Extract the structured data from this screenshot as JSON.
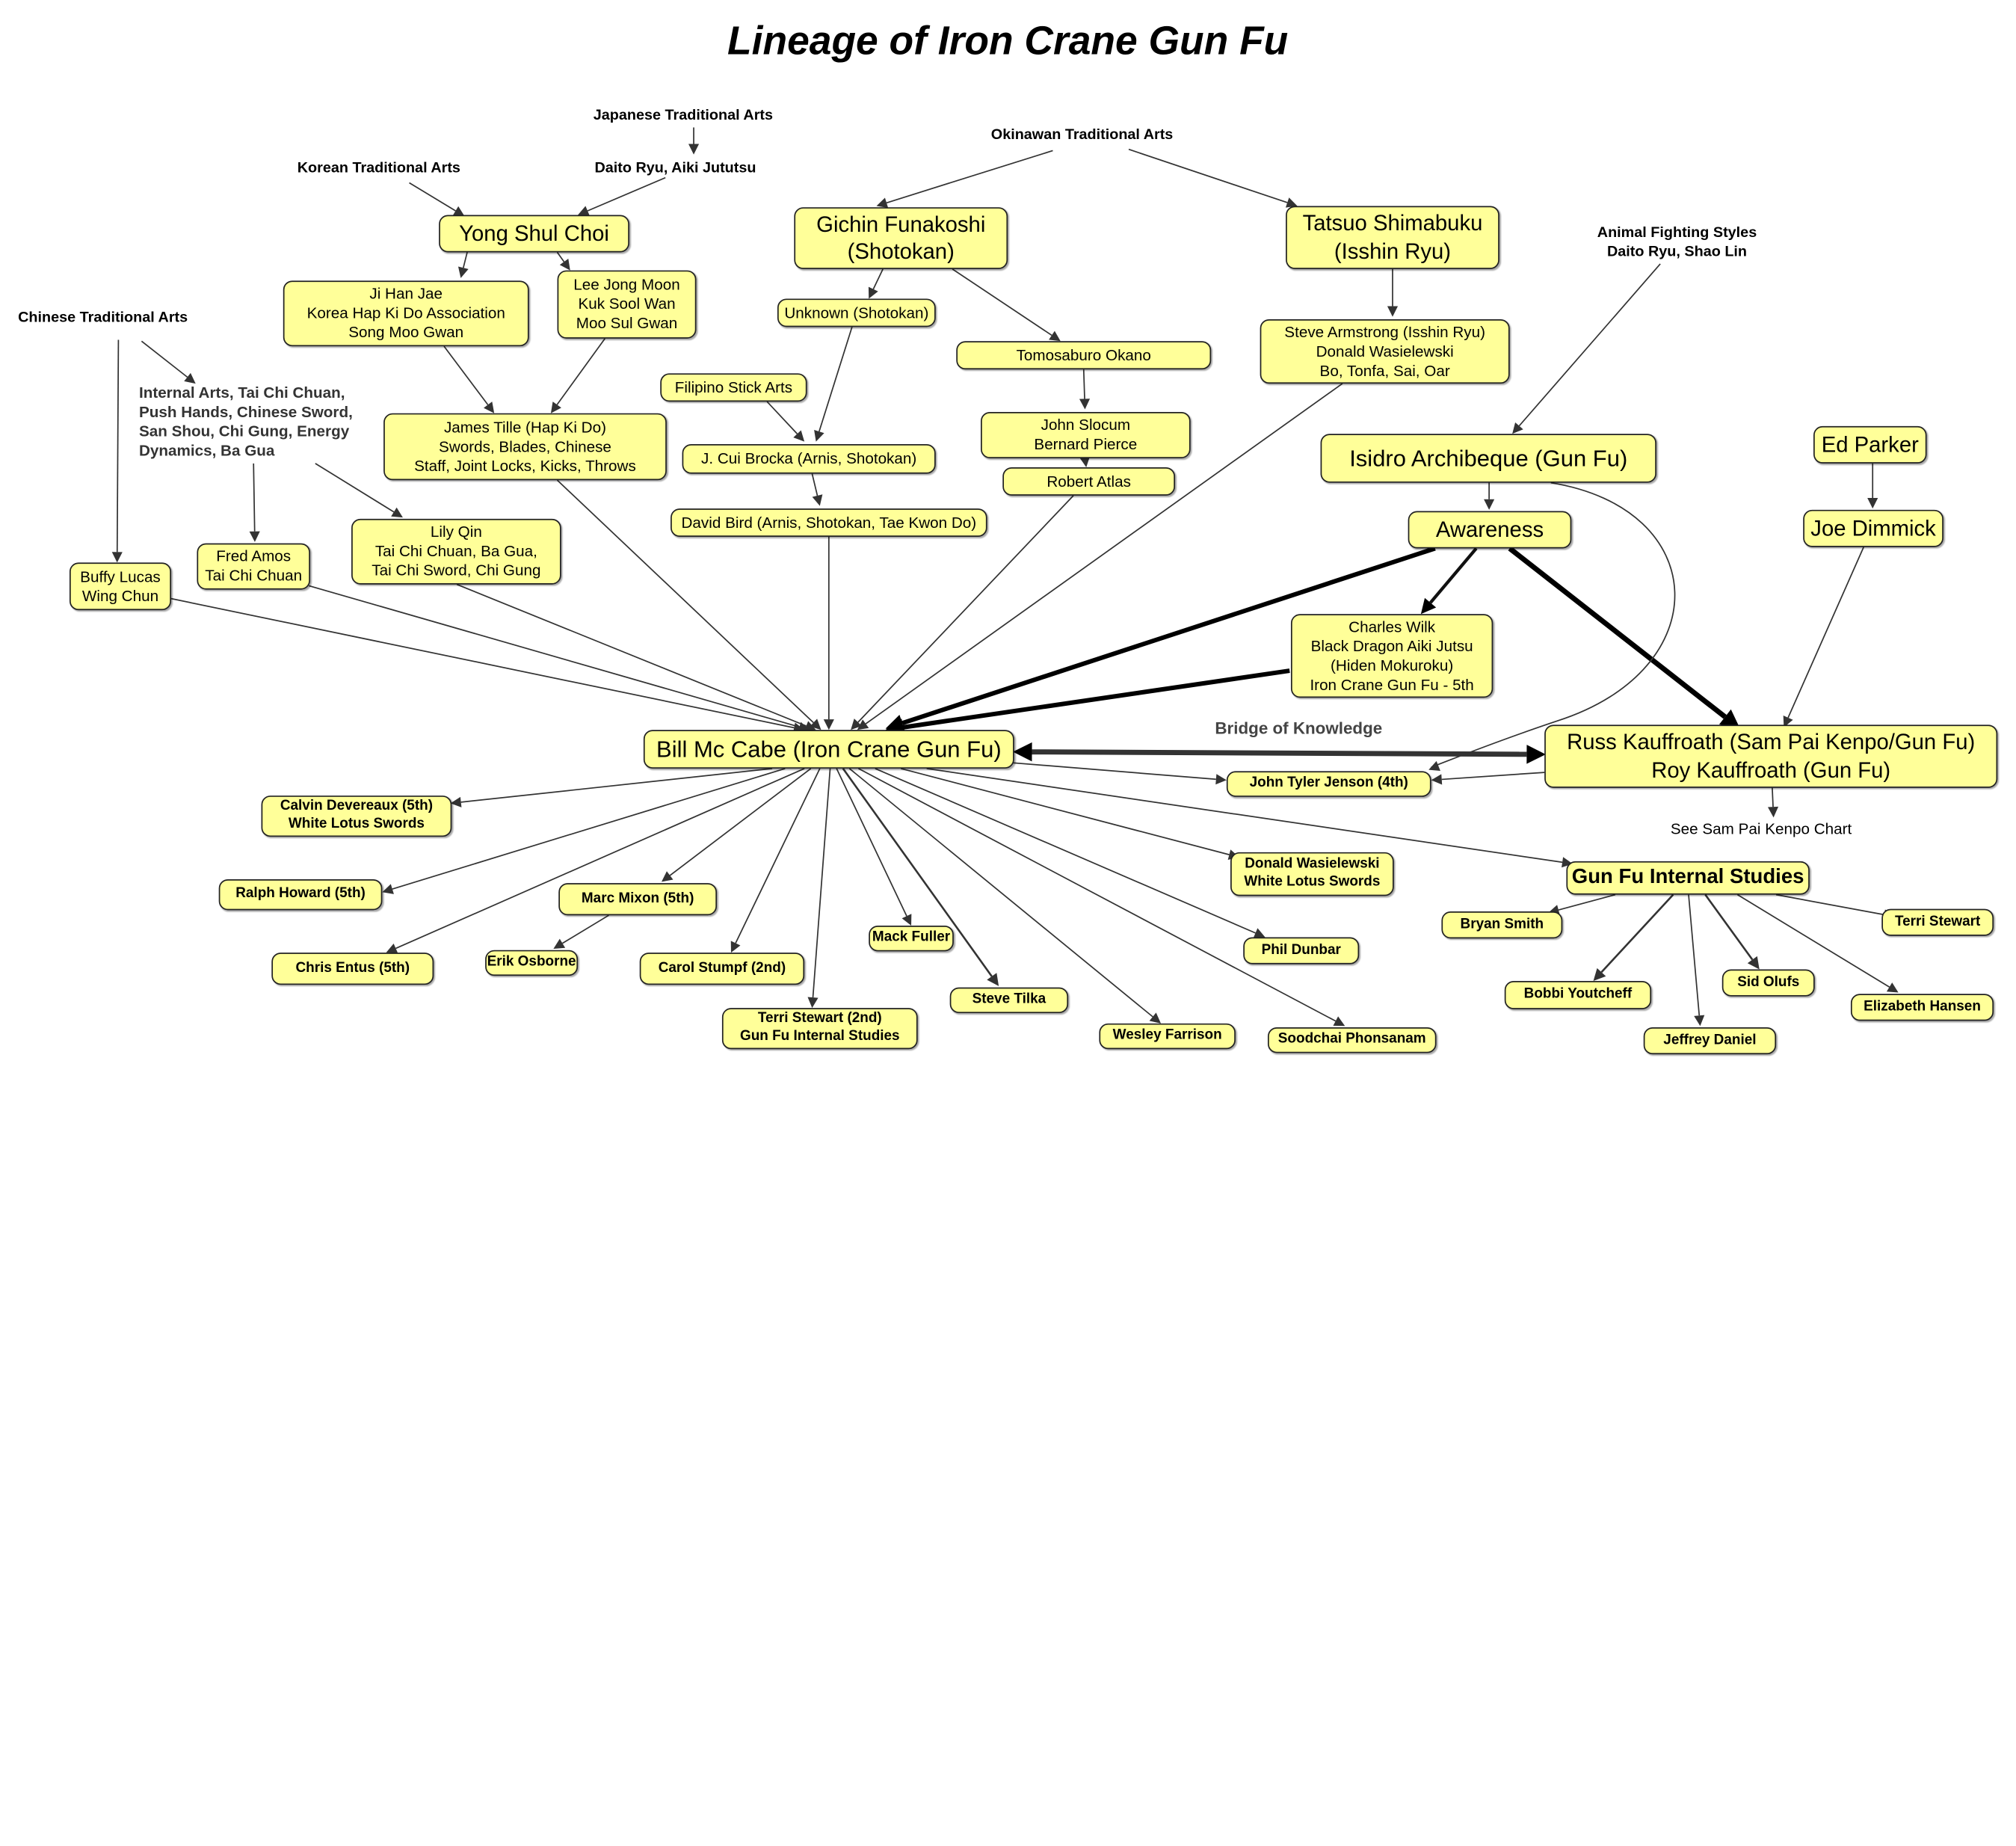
{
  "title": "Lineage of Iron Crane Gun Fu",
  "labels": {
    "japanese": "Japanese Traditional Arts",
    "daito": "Daito Ryu, Aiki Jututsu",
    "korean": "Korean Traditional Arts",
    "okinawan": "Okinawan Traditional Arts",
    "animal": [
      "Animal Fighting Styles",
      "Daito Ryu, Shao Lin"
    ],
    "chinese": "Chinese Traditional Arts",
    "internal": [
      "Internal Arts, Tai Chi Chuan,",
      "Push Hands, Chinese Sword,",
      "San Shou, Chi Gung, Energy",
      "Dynamics, Ba Gua"
    ],
    "bridge": "Bridge of Knowledge",
    "see_sam_pai": "See Sam Pai Kenpo Chart"
  },
  "nodes": {
    "yong": [
      "Yong Shul Choi"
    ],
    "gichin": [
      "Gichin Funakoshi",
      "(Shotokan)"
    ],
    "tatsuo": [
      "Tatsuo Shimabuku",
      "(Isshin Ryu)"
    ],
    "jihan": [
      "Ji Han Jae",
      "Korea Hap Ki Do Association",
      "Song Moo Gwan"
    ],
    "leejong": [
      "Lee Jong Moon",
      "Kuk Sool Wan",
      "Moo Sul Gwan"
    ],
    "unknown": [
      "Unknown (Shotokan)"
    ],
    "tomosaburo": [
      "Tomosaburo Okano"
    ],
    "stevearm": [
      "Steve Armstrong (Isshin Ryu)",
      "Donald Wasielewski",
      "Bo, Tonfa, Sai, Oar"
    ],
    "filipino": [
      "Filipino Stick Arts"
    ],
    "jamestille": [
      "James Tille (Hap Ki Do)",
      "Swords, Blades, Chinese",
      "Staff, Joint Locks, Kicks, Throws"
    ],
    "cuibrocka": [
      "J. Cui Brocka (Arnis, Shotokan)"
    ],
    "slocum": [
      "John Slocum",
      "Bernard Pierce"
    ],
    "atlas": [
      "Robert Atlas"
    ],
    "isidro": [
      "Isidro Archibeque (Gun Fu)"
    ],
    "edparker": [
      "Ed Parker"
    ],
    "davidbird": [
      "David Bird (Arnis, Shotokan, Tae Kwon Do)"
    ],
    "awareness": [
      "Awareness"
    ],
    "joedimmick": [
      "Joe Dimmick"
    ],
    "lilyqin": [
      "Lily Qin",
      "Tai Chi Chuan, Ba Gua,",
      "Tai Chi Sword, Chi Gung"
    ],
    "fredamos": [
      "Fred Amos",
      "Tai Chi Chuan"
    ],
    "buffy": [
      "Buffy Lucas",
      "Wing Chun"
    ],
    "charleswilk": [
      "Charles Wilk",
      "Black Dragon Aiki Jutsu",
      "(Hiden Mokuroku)",
      "Iron Crane Gun Fu -  5th"
    ],
    "billmccabe": [
      "Bill Mc Cabe (Iron Crane Gun Fu)"
    ],
    "russ": [
      "Russ Kauffroath (Sam Pai Kenpo/Gun Fu)",
      "Roy Kauffroath (Gun Fu)"
    ],
    "johntyler": [
      "John Tyler Jenson (4th)"
    ],
    "calvin": [
      "Calvin Devereaux (5th)",
      "White Lotus Swords"
    ],
    "ralph": [
      "Ralph Howard (5th)"
    ],
    "marc": [
      "Marc Mixon (5th)"
    ],
    "chris": [
      "Chris Entus (5th)"
    ],
    "erik": [
      "Erik Osborne"
    ],
    "carol": [
      "Carol Stumpf (2nd)"
    ],
    "mack": [
      "Mack Fuller"
    ],
    "terri2": [
      "Terri Stewart (2nd)",
      "Gun Fu Internal Studies"
    ],
    "steve": [
      "Steve Tilka"
    ],
    "wesley": [
      "Wesley Farrison"
    ],
    "soodchai": [
      "Soodchai Phonsanam"
    ],
    "phil": [
      "Phil Dunbar"
    ],
    "donald": [
      "Donald Wasielewski",
      "White Lotus Swords"
    ],
    "gunfu": [
      "Gun Fu Internal Studies"
    ],
    "bryan": [
      "Bryan Smith"
    ],
    "terri": [
      "Terri Stewart"
    ],
    "bobbi": [
      "Bobbi Youtcheff"
    ],
    "sid": [
      "Sid Olufs"
    ],
    "elizabeth": [
      "Elizabeth Hansen"
    ],
    "jeffrey": [
      "Jeffrey Daniel"
    ]
  },
  "colors": {
    "node_fill": "#ffff99",
    "node_border": "#222222",
    "edge": "#333333"
  }
}
